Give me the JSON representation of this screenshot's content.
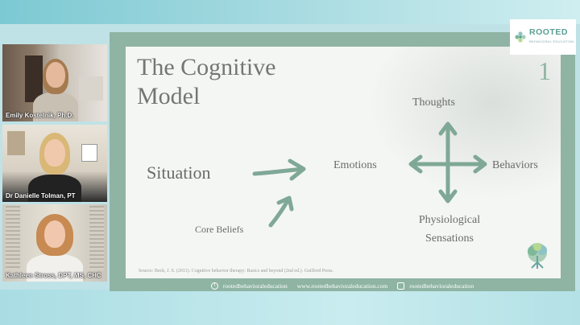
{
  "participants": [
    {
      "name": "Emily Kostelnik, Ph.D."
    },
    {
      "name": "Dr Danielle Tolman, PT"
    },
    {
      "name": "Kathleen Stross, DPT, MS, CHC"
    }
  ],
  "logo": {
    "text": "ROOTED",
    "subtext": "BEHAVIORAL EDUCATION"
  },
  "slide": {
    "title": "The Cognitive Model",
    "number": "1",
    "situation": "Situation",
    "core_beliefs": "Core Beliefs",
    "emotions": "Emotions",
    "thoughts": "Thoughts",
    "behaviors": "Behaviors",
    "physiological": "Physiological",
    "sensations": "Sensations",
    "source": "Source: Beck, J. S. (2011). Cognitive behavior therapy: Basics and beyond (2nd ed.). Guilford Press."
  },
  "footer": {
    "facebook": "rootedbehavioraleducation",
    "website": "www.rootedbehavioraleducation.com",
    "instagram": "rootedbehavioraleducation"
  },
  "colors": {
    "accent": "#8fb4a4",
    "arrow": "#7fa896"
  }
}
